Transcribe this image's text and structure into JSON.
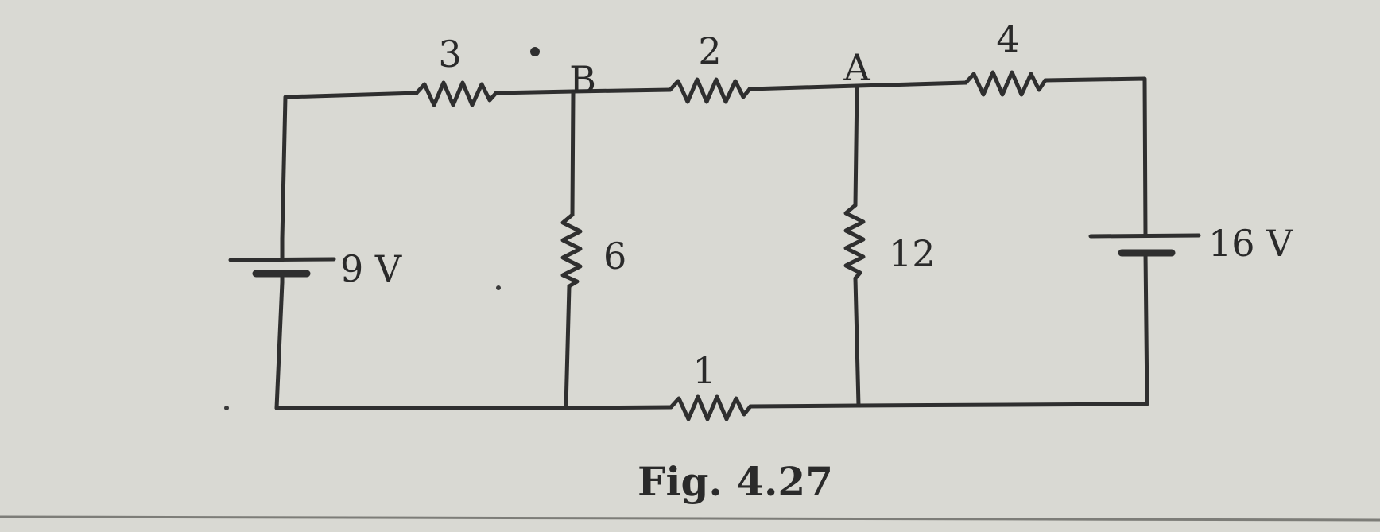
{
  "figure": {
    "caption": "Fig. 4.27",
    "nodes": {
      "b": "B",
      "a": "A"
    },
    "resistors": {
      "r_top_left": "3",
      "r_top_mid": "2",
      "r_top_right": "4",
      "r_mid_left": "6",
      "r_mid_right": "12",
      "r_bottom": "1"
    },
    "sources": {
      "left": "9 V",
      "right": "16 V"
    }
  },
  "colors": {
    "paper": "#d9d9d3",
    "ink": "#2f2f2f"
  }
}
